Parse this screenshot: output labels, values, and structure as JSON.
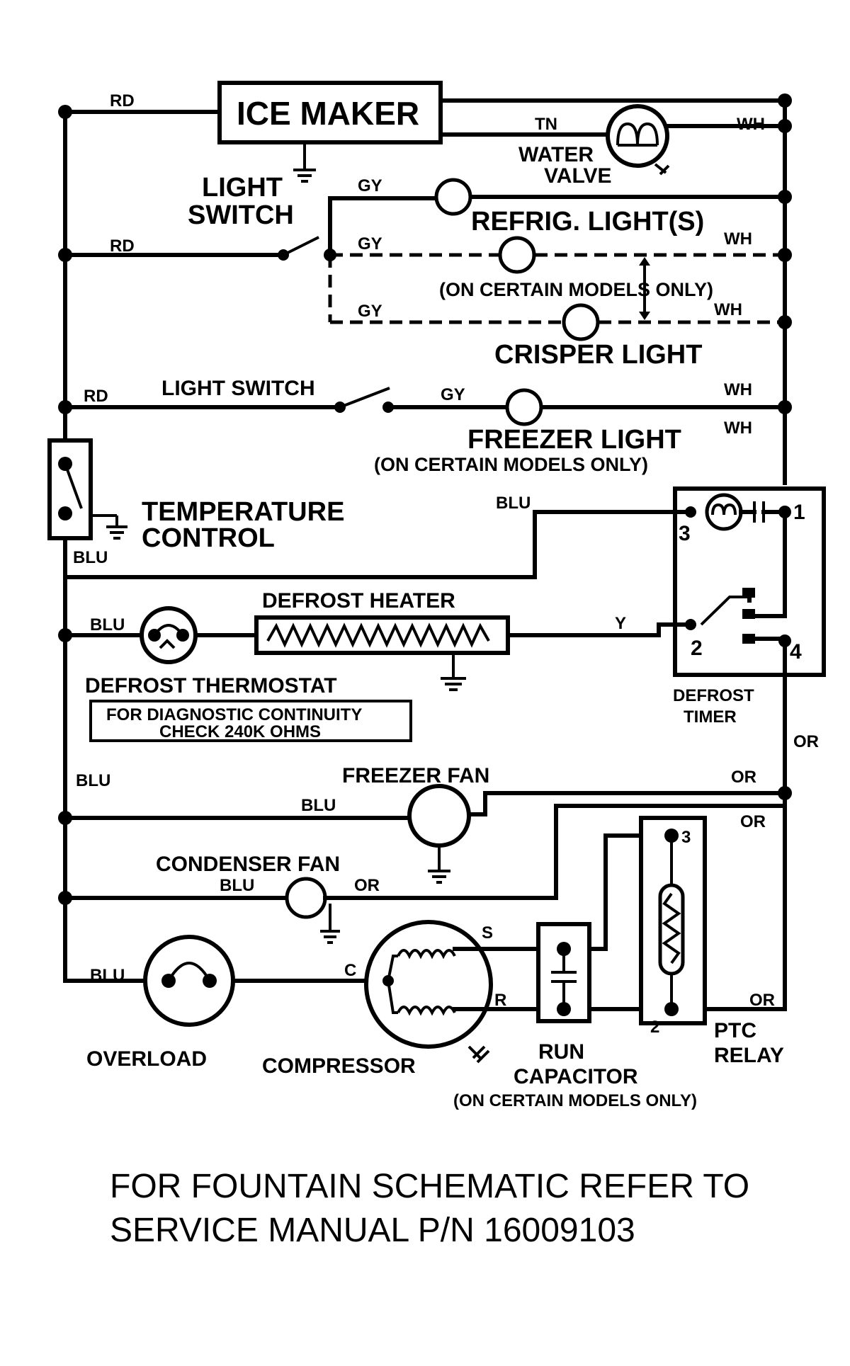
{
  "components": {
    "ice_maker": "ICE MAKER",
    "water_valve_1": "WATER",
    "water_valve_2": "VALVE",
    "light_switch_top_1": "LIGHT",
    "light_switch_top_2": "SWITCH",
    "refrig_light": "REFRIG. LIGHT(S)",
    "certain_models_1": "(ON CERTAIN MODELS ONLY)",
    "crisper_light": "CRISPER LIGHT",
    "light_switch_2": "LIGHT SWITCH",
    "freezer_light": "FREEZER LIGHT",
    "certain_models_2": "(ON CERTAIN MODELS ONLY)",
    "temp_control_1": "TEMPERATURE",
    "temp_control_2": "CONTROL",
    "defrost_heater": "DEFROST HEATER",
    "defrost_thermostat": "DEFROST THERMOSTAT",
    "diag_note_1": "FOR DIAGNOSTIC CONTINUITY",
    "diag_note_2": "CHECK 240K OHMS",
    "defrost_timer_1": "DEFROST",
    "defrost_timer_2": "TIMER",
    "freezer_fan": "FREEZER FAN",
    "condenser_fan": "CONDENSER FAN",
    "overload": "OVERLOAD",
    "compressor": "COMPRESSOR",
    "run_capacitor_1": "RUN",
    "run_capacitor_2": "CAPACITOR",
    "certain_models_3": "(ON CERTAIN MODELS ONLY)",
    "ptc_relay_1": "PTC",
    "ptc_relay_2": "RELAY"
  },
  "wire_labels": {
    "rd": "RD",
    "tn": "TN",
    "wh": "WH",
    "gy": "GY",
    "blu": "BLU",
    "y": "Y",
    "or": "OR",
    "s": "S",
    "r": "R",
    "c": "C"
  },
  "terminals": {
    "t1": "1",
    "t2": "2",
    "t3": "3",
    "t4": "4"
  },
  "footer": {
    "line1": "FOR FOUNTAIN SCHEMATIC REFER TO",
    "line2": "SERVICE MANUAL P/N 16009103"
  }
}
